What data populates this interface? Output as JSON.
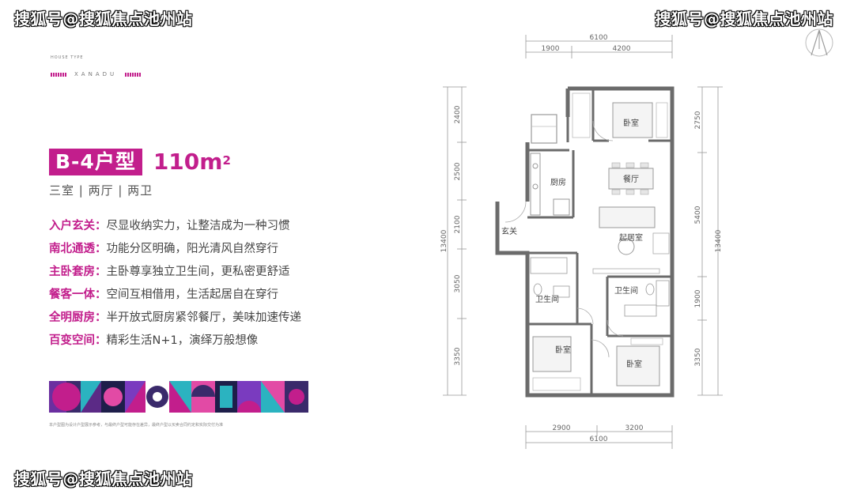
{
  "watermarks": {
    "top_left": "搜狐号@搜狐焦点池州站",
    "top_right": "搜狐号@搜狐焦点池州站",
    "bottom_left": "搜狐号@搜狐焦点池州站"
  },
  "brand": {
    "house_type": "HOUSE TYPE",
    "name": "XANADU",
    "accent_color": "#c21e8c"
  },
  "unit": {
    "title": "B-4户型",
    "area": "110m",
    "area_sup": "2",
    "layout": "三室 | 两厅 | 两卫"
  },
  "features": [
    {
      "label": "入户玄关：",
      "text": "尽显收纳实力，让整洁成为一种习惯"
    },
    {
      "label": "南北通透：",
      "text": "功能分区明确，阳光清风自然穿行"
    },
    {
      "label": "主卧套房：",
      "text": "主卧尊享独立卫生间，更私密更舒适"
    },
    {
      "label": "餐客一体：",
      "text": "空间互相借用，生活起居自在穿行"
    },
    {
      "label": "全明厨房：",
      "text": "半开放式厨房紧邻餐厅，美味加速传递"
    },
    {
      "label": "百变空间：",
      "text": "精彩生活N+1，演绎万般想像"
    }
  ],
  "disclaimer": "本户型图为设计户型展示参考，与最终户型可能存在差异，最终户型以买卖合同约定和实际交付为准",
  "floorplan": {
    "rooms": {
      "bedroom_top": "卧室",
      "dining": "餐厅",
      "kitchen": "厨房",
      "entry": "玄关",
      "living": "起居室",
      "bath_left": "卫生间",
      "bath_right": "卫生间",
      "bedroom_bottom_left": "卧室",
      "bedroom_bottom_right": "卧室"
    },
    "dims": {
      "top_total": "6100",
      "top_left": "1900",
      "top_right": "4200",
      "bottom_left": "2900",
      "bottom_right": "3200",
      "bottom_total": "6100",
      "left_total": "13400",
      "left_1": "2400",
      "left_2": "2500",
      "left_3": "2100",
      "left_4": "3050",
      "left_5": "3350",
      "right_total": "13400",
      "right_1": "2750",
      "right_2": "5400",
      "right_3": "1900",
      "right_4": "3350"
    }
  }
}
